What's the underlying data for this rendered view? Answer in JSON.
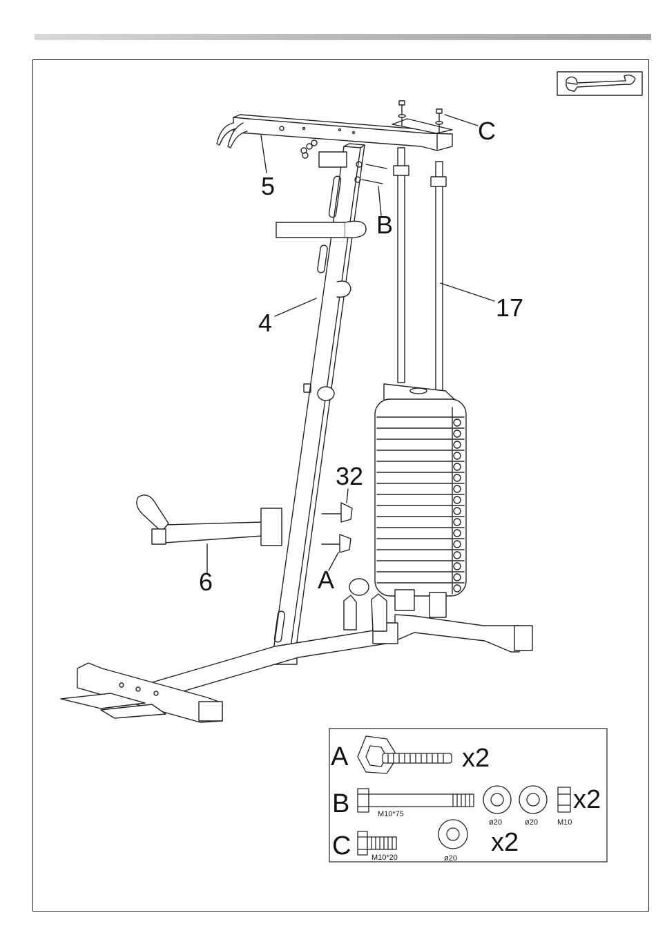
{
  "labels": {
    "p5": "5",
    "pC": "C",
    "pB": "B",
    "p17": "17",
    "p4": "4",
    "p32": "32",
    "p6": "6",
    "pA": "A"
  },
  "parts_box": {
    "a_letter": "A",
    "a_qty": "x2",
    "b_letter": "B",
    "b_bolt": "M10*75",
    "b_washer1": "ø20",
    "b_washer2": "ø20",
    "b_nut": "M10",
    "b_qty": "x2",
    "c_letter": "C",
    "c_bolt": "M10*20",
    "c_washer": "ø20",
    "c_qty": "x2"
  },
  "icons": [
    "wrench-icon"
  ]
}
